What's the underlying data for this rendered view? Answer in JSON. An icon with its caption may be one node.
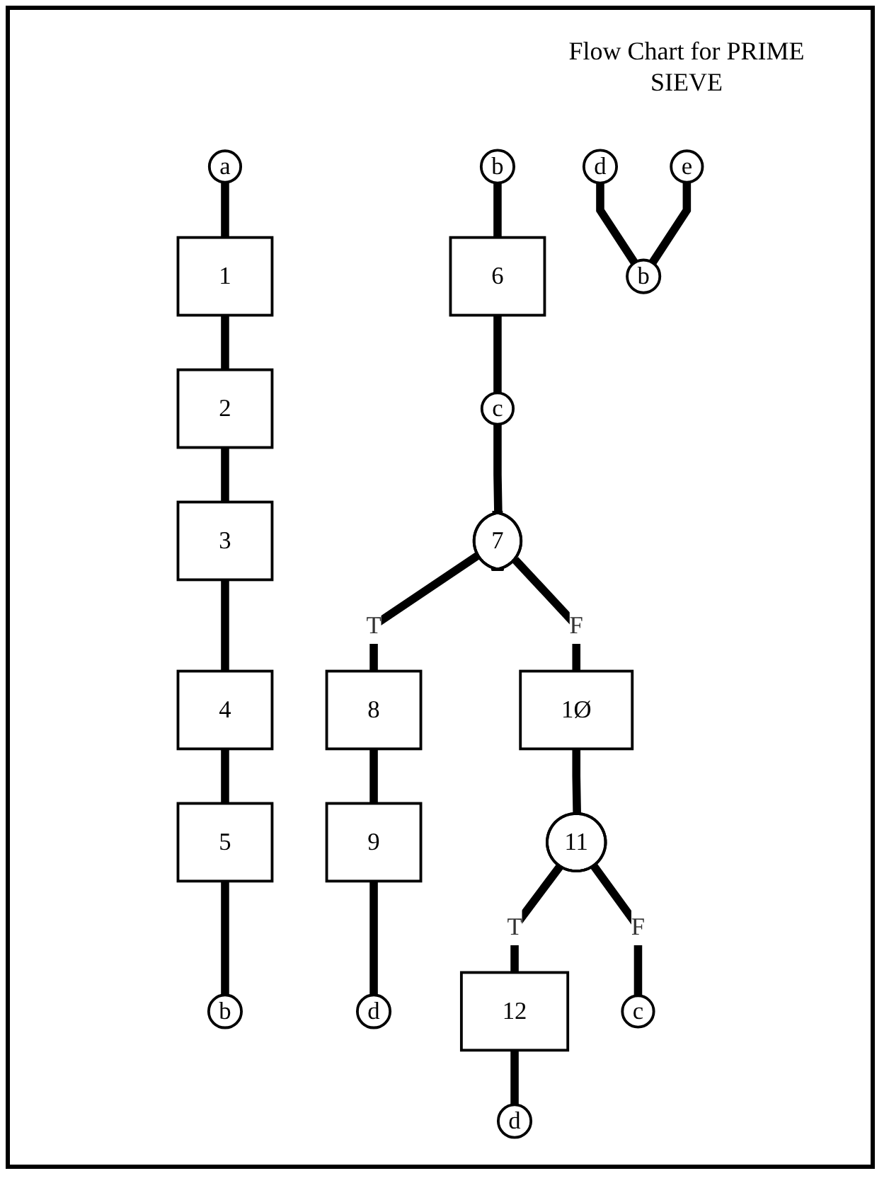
{
  "diagram": {
    "title": "Flow Chart for PRIME SIEVE",
    "nodes": [
      {
        "text": [
          "a"
        ]
      },
      {
        "text": [
          "1"
        ]
      },
      {
        "text": [
          "2"
        ]
      },
      {
        "text": [
          "3"
        ]
      },
      {
        "text": [
          "4"
        ]
      },
      {
        "text": [
          "5"
        ]
      },
      {
        "text": [
          "b"
        ]
      },
      {
        "text": [
          "b"
        ]
      },
      {
        "text": [
          "6"
        ]
      },
      {
        "text": [
          "c"
        ]
      },
      {
        "text": [
          "7"
        ]
      },
      {
        "text": [
          "8"
        ]
      },
      {
        "text": [
          "9"
        ]
      },
      {
        "text": [
          "d"
        ]
      },
      {
        "text": [
          "1Ø"
        ]
      },
      {
        "text": [
          "11"
        ]
      },
      {
        "text": [
          "12"
        ]
      },
      {
        "text": [
          "d"
        ]
      },
      {
        "text": [
          "c"
        ]
      },
      {
        "text": [
          "d"
        ]
      },
      {
        "text": [
          "e"
        ]
      },
      {
        "text": [
          "b"
        ]
      }
    ],
    "edges": [
      {
        "from": 0,
        "to": 1,
        "arrow": "none"
      },
      {
        "from": 1,
        "to": 2,
        "arrow": "none"
      },
      {
        "from": 2,
        "to": 3,
        "arrow": "none"
      },
      {
        "from": 3,
        "to": 4,
        "arrow": "none"
      },
      {
        "from": 4,
        "to": 5,
        "arrow": "none"
      },
      {
        "from": 5,
        "to": 6,
        "arrow": "none"
      },
      {
        "from": 7,
        "to": 8,
        "arrow": "none"
      },
      {
        "from": 8,
        "to": 9,
        "arrow": "none"
      },
      {
        "from": 9,
        "to": 10,
        "arrow": "none"
      },
      {
        "from": 10,
        "to": 11,
        "label": "T",
        "arrow": "none"
      },
      {
        "from": 11,
        "to": 12,
        "arrow": "none"
      },
      {
        "from": 12,
        "to": 13,
        "arrow": "none"
      },
      {
        "from": 10,
        "to": 14,
        "label": "F",
        "arrow": "none"
      },
      {
        "from": 14,
        "to": 15,
        "arrow": "none"
      },
      {
        "from": 15,
        "to": 16,
        "label": "T",
        "arrow": "none"
      },
      {
        "from": 16,
        "to": 17,
        "arrow": "none"
      },
      {
        "from": 15,
        "to": 18,
        "label": "F",
        "arrow": "none"
      },
      {
        "from": 19,
        "to": 21,
        "arrow": "none"
      },
      {
        "from": 20,
        "to": 21,
        "arrow": "none"
      }
    ]
  }
}
